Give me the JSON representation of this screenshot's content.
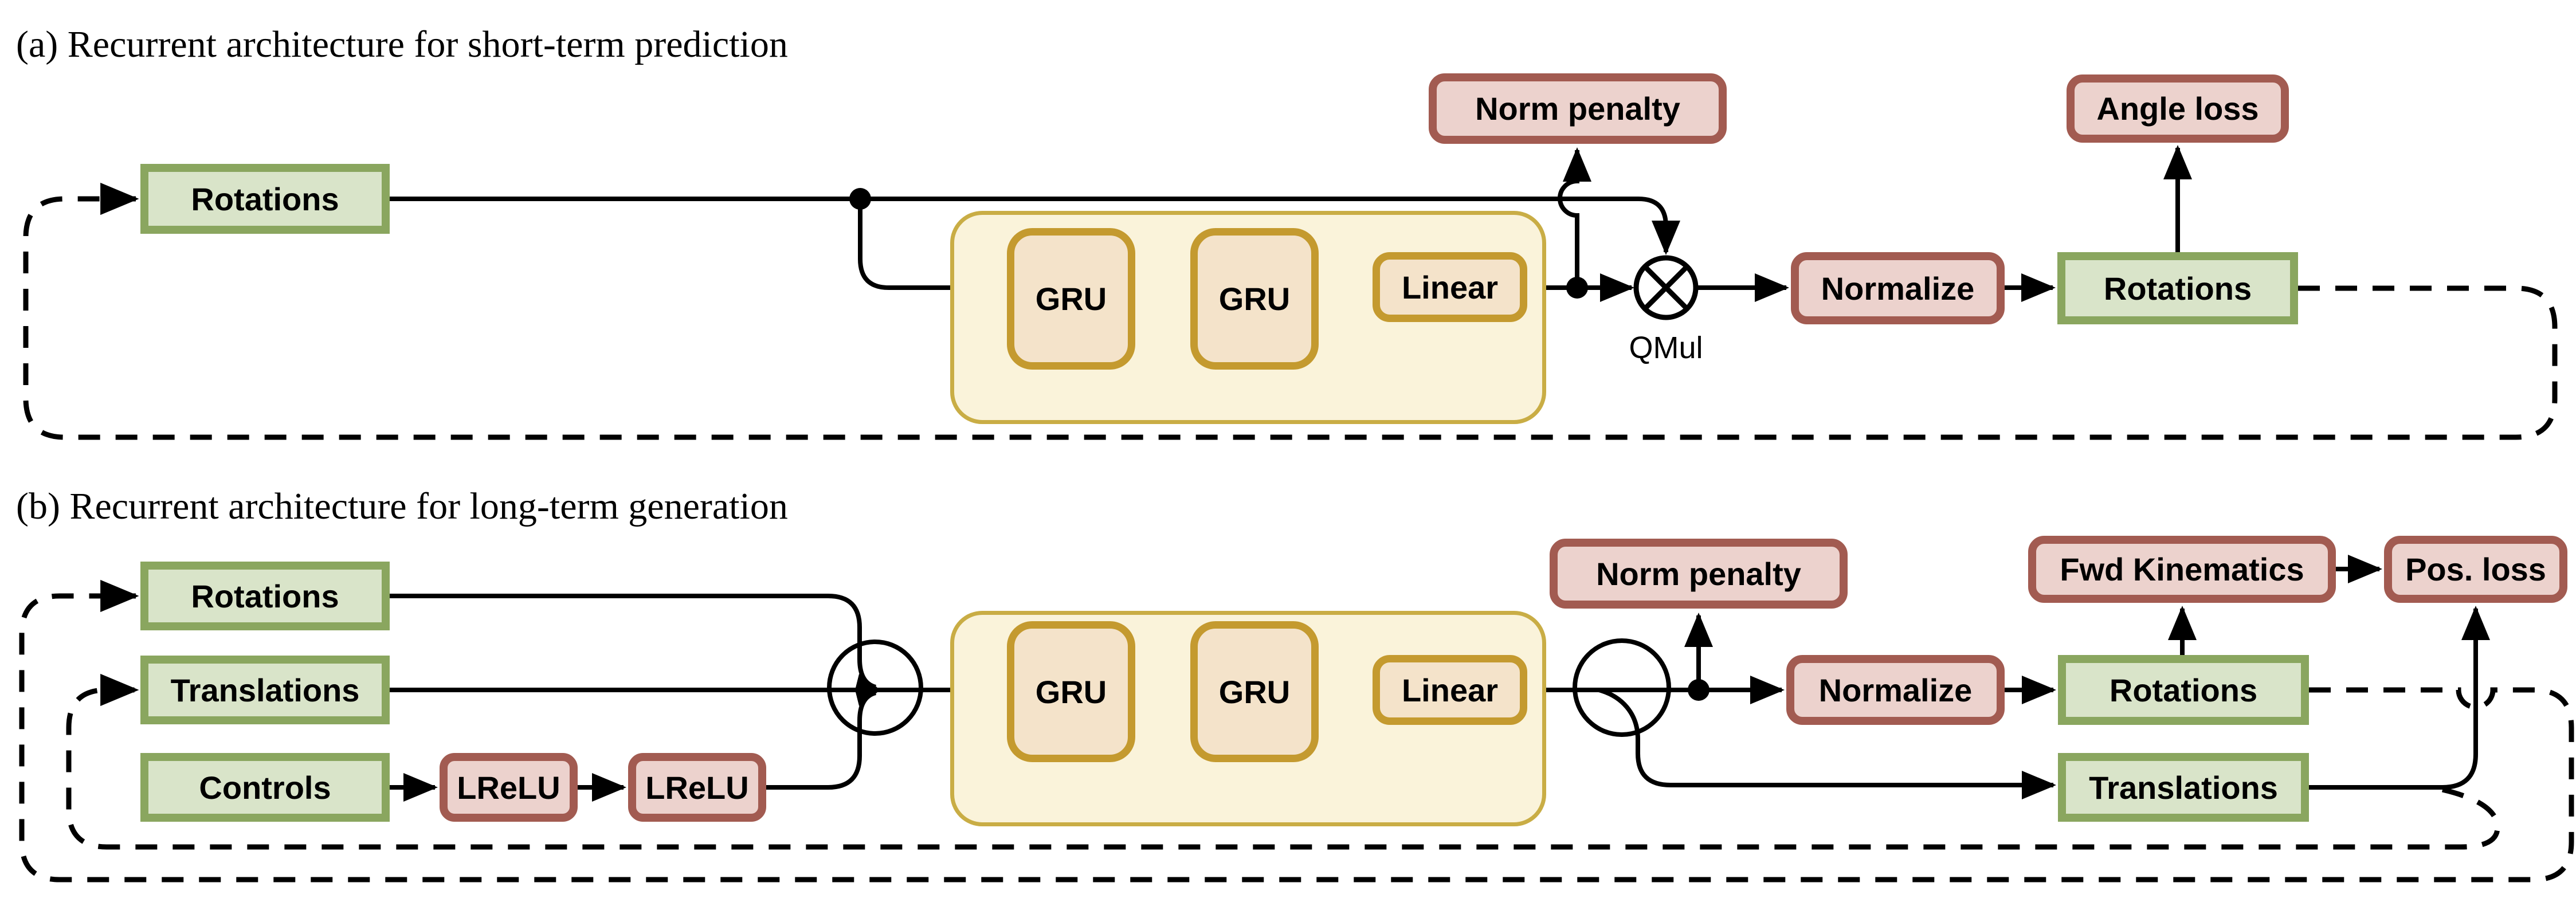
{
  "colors": {
    "data_box_border": "#8aa65f",
    "data_box_fill": "#d9e4c9",
    "op_box_border": "#a25b51",
    "op_box_fill": "#ecd2cd",
    "nn_box_border": "#c49a2f",
    "nn_box_fill": "#f4e3ca",
    "nn_group_fill": "#faf3da",
    "nn_group_border": "#c9ad45",
    "wire": "#000000"
  },
  "section_a": {
    "title": "(a) Recurrent architecture for short-term prediction",
    "nodes": {
      "rotations_in": "Rotations",
      "gru1": "GRU",
      "gru2": "GRU",
      "linear": "Linear",
      "norm_penalty": "Norm penalty",
      "qmul": "QMul",
      "normalize": "Normalize",
      "rotations_out": "Rotations",
      "angle_loss": "Angle loss"
    }
  },
  "section_b": {
    "title": "(b) Recurrent architecture for long-term generation",
    "nodes": {
      "rotations_in": "Rotations",
      "translations_in": "Translations",
      "controls": "Controls",
      "lrelu1": "LReLU",
      "lrelu2": "LReLU",
      "gru1": "GRU",
      "gru2": "GRU",
      "linear": "Linear",
      "norm_penalty": "Norm penalty",
      "normalize": "Normalize",
      "rotations_out": "Rotations",
      "fwd_kinematics": "Fwd Kinematics",
      "pos_loss": "Pos. loss",
      "translations_out": "Translations"
    }
  }
}
